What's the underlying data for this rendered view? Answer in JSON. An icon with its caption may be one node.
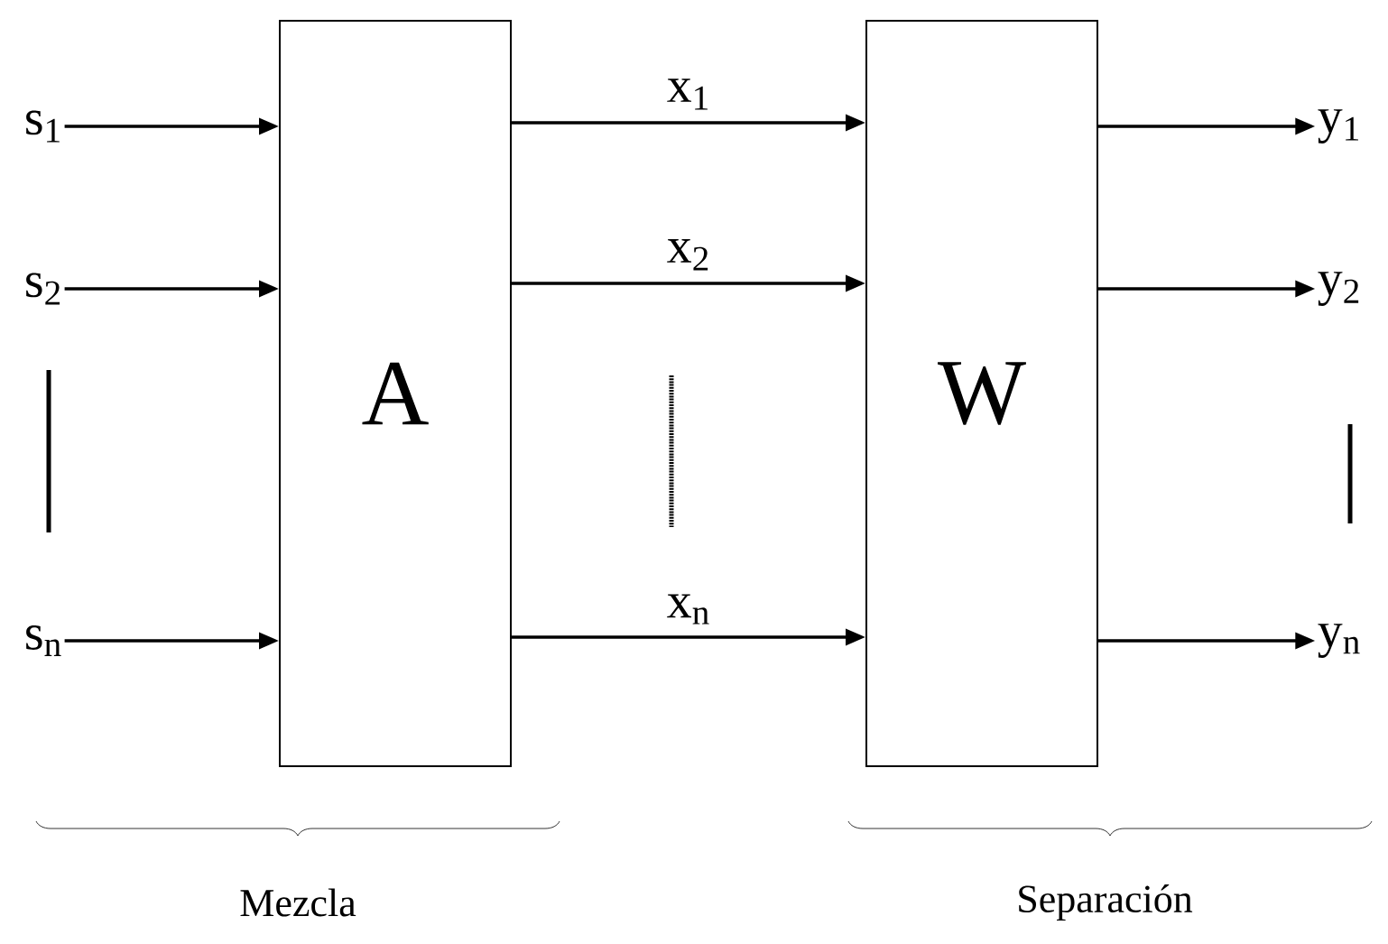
{
  "diagram": {
    "nodes": [
      {
        "text": [
          "s$_{1}$"
        ]
      },
      {
        "text": [
          "s$_{2}$"
        ]
      },
      {
        "text": [
          "s$_{n}$"
        ]
      },
      {
        "text": [
          "A"
        ]
      },
      {
        "text": [
          "W"
        ]
      },
      {
        "text": [
          "y$_{1}$"
        ]
      },
      {
        "text": [
          "y$_{2}$"
        ]
      },
      {
        "text": [
          "y$_{n}$"
        ]
      }
    ],
    "edges": [
      {
        "from": 0,
        "to": 3,
        "arrow": "to"
      },
      {
        "from": 1,
        "to": 3,
        "arrow": "to"
      },
      {
        "from": 2,
        "to": 3,
        "arrow": "to"
      },
      {
        "from": 3,
        "to": 4,
        "arrow": "to",
        "label": "x$_{1}$"
      },
      {
        "from": 3,
        "to": 4,
        "arrow": "to",
        "label": "x$_{2}$"
      },
      {
        "from": 3,
        "to": 4,
        "arrow": "to",
        "label": "x$_{n}$"
      },
      {
        "from": 4,
        "to": 5,
        "arrow": "to"
      },
      {
        "from": 4,
        "to": 6,
        "arrow": "to"
      },
      {
        "from": 4,
        "to": 7,
        "arrow": "to"
      }
    ],
    "labels": [
      "Mezcla",
      "Separación"
    ]
  }
}
